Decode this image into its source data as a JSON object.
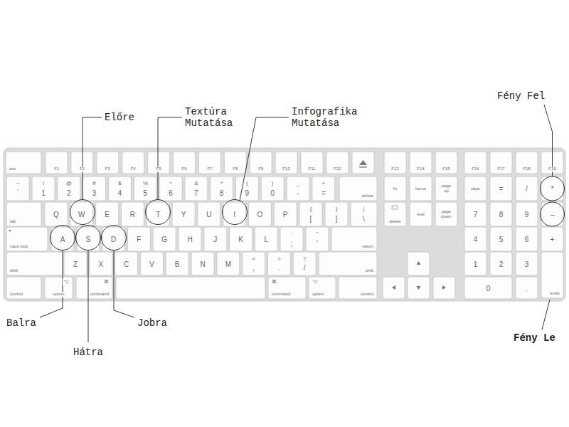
{
  "diagram": {
    "labels": [
      "Előre",
      "Textúra Mutatása",
      "Infografika Mutatása",
      "Fény Fel",
      "Balra",
      "Hátra",
      "Jobra",
      "Fény Le",
      "esc",
      "F1",
      "F2",
      "F3",
      "F4",
      "F5",
      "F6",
      "F7",
      "F8",
      "F9",
      "F10",
      "F11",
      "F12",
      "F13",
      "F14",
      "F15",
      "F16",
      "F17",
      "F18",
      "F19",
      "~",
      "`",
      "!",
      "1",
      "@",
      "2",
      "#",
      "3",
      "$",
      "4",
      "%",
      "5",
      "^",
      "6",
      "&",
      "7",
      "*",
      "8",
      "(",
      "9",
      ")",
      "0",
      "_",
      "-",
      "+",
      "=",
      "delete",
      "fn",
      "home",
      "page up",
      "clear",
      "=",
      "/",
      "*",
      "tab",
      "Q",
      "W",
      "E",
      "R",
      "T",
      "Y",
      "U",
      "I",
      "O",
      "P",
      "{",
      "[",
      "}",
      "]",
      "|",
      "\\",
      "delete",
      "end",
      "page down",
      "7",
      "8",
      "9",
      "–",
      "caps lock",
      "A",
      "S",
      "D",
      "F",
      "G",
      "H",
      "J",
      "K",
      "L",
      ":",
      ";",
      "\"",
      "'",
      "return",
      "4",
      "5",
      "6",
      "+",
      "shift",
      "Z",
      "X",
      "C",
      "V",
      "B",
      "N",
      "M",
      "<",
      ",",
      ">",
      ".",
      "?",
      "/",
      "shift",
      "1",
      "2",
      "3",
      "enter",
      "control",
      "⌥",
      "option",
      "⌘",
      "command",
      "⌘",
      "command",
      "⌥",
      "option",
      "control",
      "0",
      "."
    ]
  }
}
